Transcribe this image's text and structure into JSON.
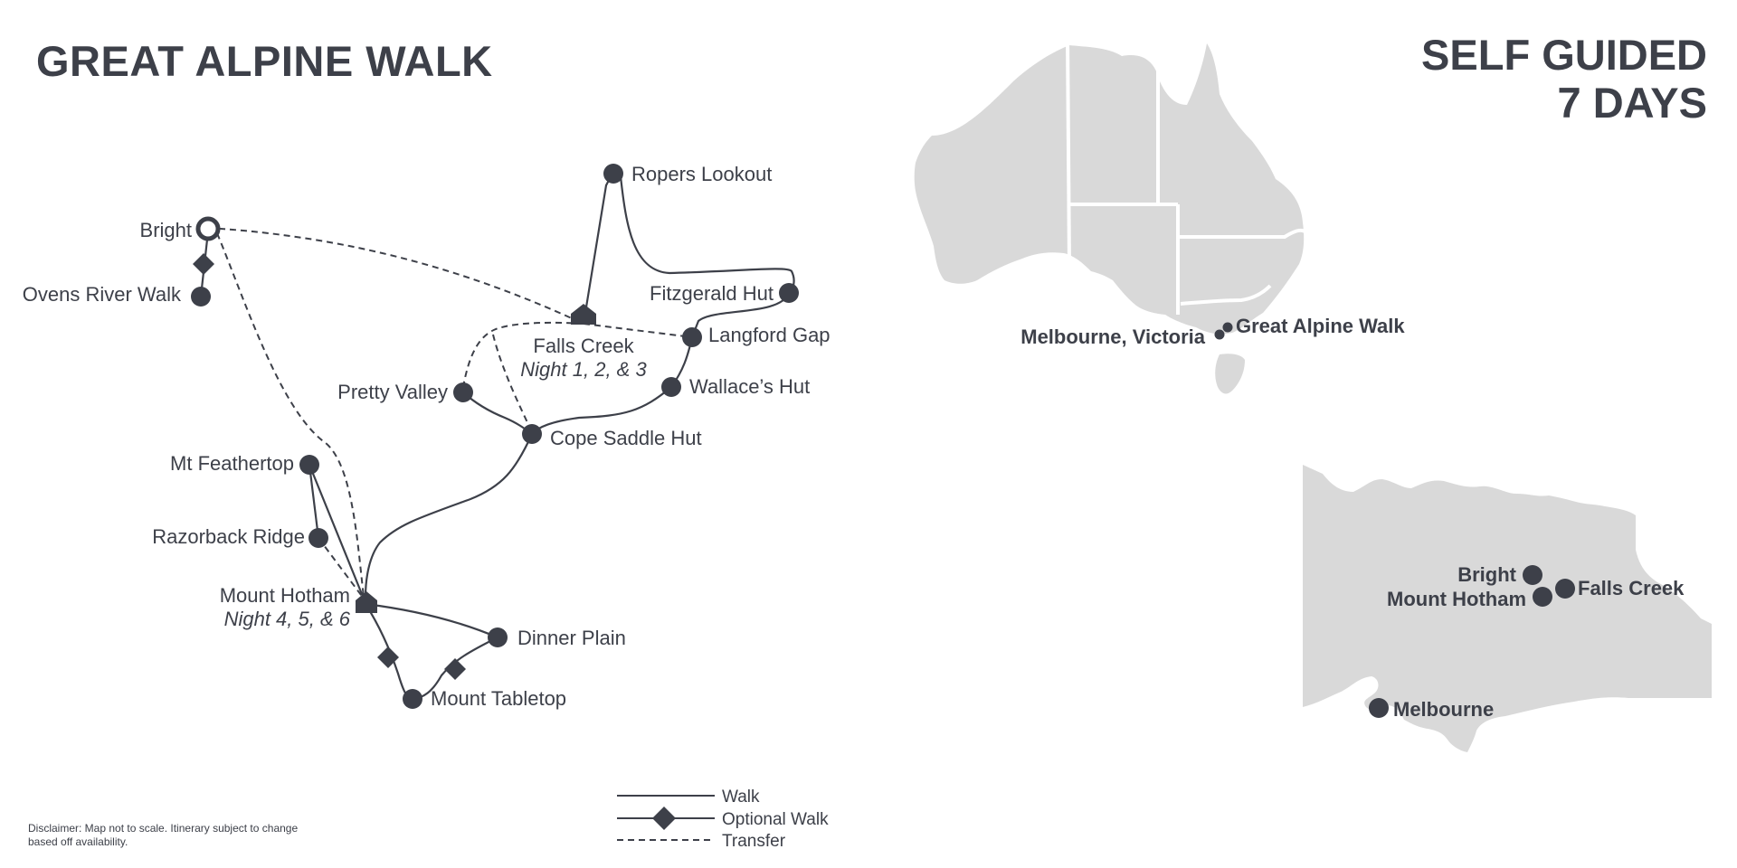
{
  "header": {
    "title": "GREAT ALPINE WALK",
    "tagline_line1": "SELF GUIDED",
    "tagline_line2": "7 DAYS"
  },
  "route_map": {
    "places": {
      "bright": "Bright",
      "ovens_river_walk": "Ovens River Walk",
      "mt_feathertop": "Mt Feathertop",
      "razorback_ridge": "Razorback Ridge",
      "mount_hotham": "Mount Hotham",
      "mount_hotham_nights": "Night 4, 5, & 6",
      "dinner_plain": "Dinner Plain",
      "mount_tabletop": "Mount Tabletop",
      "pretty_valley": "Pretty Valley",
      "cope_saddle_hut": "Cope Saddle Hut",
      "falls_creek": "Falls Creek",
      "falls_creek_nights": "Night 1, 2, & 3",
      "wallaces_hut": "Wallace’s Hut",
      "langford_gap": "Langford Gap",
      "fitzgerald_hut": "Fitzgerald Hut",
      "ropers_lookout": "Ropers Lookout"
    }
  },
  "australia_map": {
    "city": "Melbourne, Victoria",
    "walk": "Great Alpine Walk"
  },
  "victoria_map": {
    "bright": "Bright",
    "mount_hotham": "Mount Hotham",
    "falls_creek": "Falls Creek",
    "melbourne": "Melbourne"
  },
  "legend": {
    "walk": "Walk",
    "optional_walk": "Optional Walk",
    "transfer": "Transfer"
  },
  "disclaimer": "Disclaimer: Map not to scale. Itinerary subject to change based off availability.",
  "colors": {
    "ink": "#3d4049",
    "land": "#d9d9d9",
    "background": "#ffffff"
  }
}
